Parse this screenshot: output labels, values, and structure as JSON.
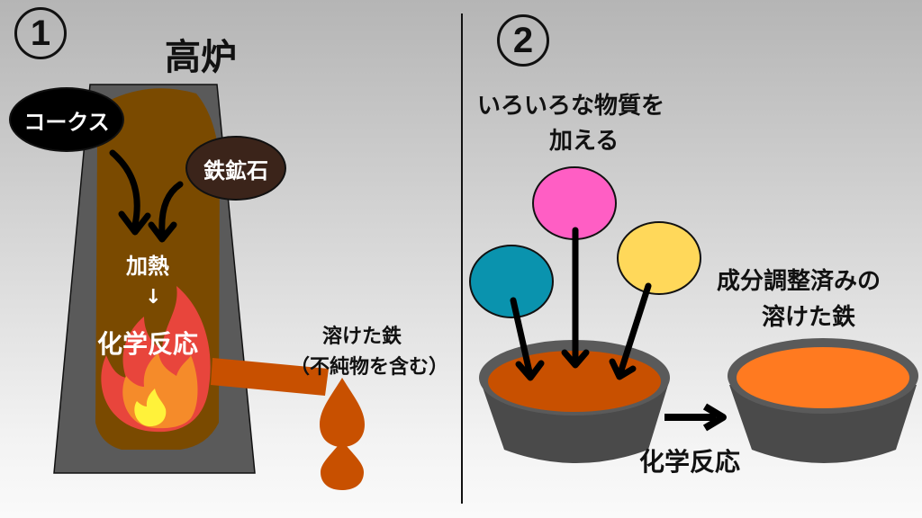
{
  "left_panel": {
    "step_number": "1",
    "title": "高炉",
    "coke_label": "コークス",
    "ore_label": "鉄鉱石",
    "heat_label": "加熱",
    "down_arrow": "↓",
    "reaction_label": "化学反応",
    "molten_iron_label_line1": "溶けた鉄",
    "molten_iron_label_line2": "（不純物を含む）"
  },
  "right_panel": {
    "step_number": "2",
    "add_label_line1": "いろいろな物質を",
    "add_label_line2": "加える",
    "result_label_line1": "成分調整済みの",
    "result_label_line2": "溶けた鉄",
    "reaction_label": "化学反応"
  },
  "colors": {
    "furnace_shell": "#5a5a5a",
    "furnace_interior": "#7a4a00",
    "coke": "#000000",
    "ore": "#3b241a",
    "flame_outer": "#e8453c",
    "flame_mid": "#f58b2a",
    "flame_inner": "#fff23a",
    "molten_iron": "#c85000",
    "adjusted_iron": "#ff7a20",
    "additive_teal": "#0a93ae",
    "additive_pink": "#ff5ec4",
    "additive_yellow": "#ffd85a"
  }
}
